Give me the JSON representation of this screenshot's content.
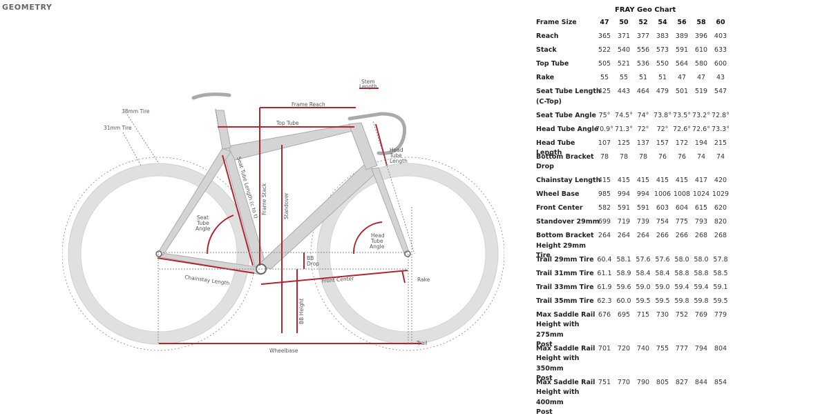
{
  "section_title": "GEOMETRY",
  "diagram": {
    "labels": {
      "tire_38": "38mm Tire",
      "tire_31": "31mm Tire",
      "stem_length": [
        "Stem",
        "Length"
      ],
      "frame_reach": "Frame Reach",
      "top_tube": "Top Tube",
      "head_tube_length": [
        "Head",
        "Tube",
        "Length"
      ],
      "seat_tube_length": "Seat Tube Length (c to t)",
      "frame_stack": "Frame Stack",
      "standover": "Standover",
      "seat_tube_angle": [
        "Seat",
        "Tube",
        "Angle"
      ],
      "head_tube_angle": [
        "Head",
        "Tube",
        "Angle"
      ],
      "bb_drop": [
        "BB",
        "Drop"
      ],
      "bb_height": "BB Height",
      "chainstay_length": "Chainstay Length",
      "front_center": "Front Center",
      "rake": "Rake",
      "trail": "Trail",
      "wheelbase": "Wheelbase"
    }
  },
  "geo_chart": {
    "title": "FRAY Geo Chart",
    "header": {
      "label": "Frame Size",
      "values": [
        "47",
        "50",
        "52",
        "54",
        "56",
        "58",
        "60"
      ]
    },
    "rows": [
      {
        "label": [
          "Reach"
        ],
        "values": [
          "365",
          "371",
          "377",
          "383",
          "389",
          "396",
          "403"
        ]
      },
      {
        "label": [
          "Stack"
        ],
        "values": [
          "522",
          "540",
          "556",
          "573",
          "591",
          "610",
          "633"
        ]
      },
      {
        "label": [
          "Top Tube"
        ],
        "values": [
          "505",
          "521",
          "536",
          "550",
          "564",
          "580",
          "600"
        ]
      },
      {
        "label": [
          "Rake"
        ],
        "values": [
          "55",
          "55",
          "51",
          "51",
          "47",
          "47",
          "43"
        ]
      },
      {
        "label": [
          "Seat Tube Length",
          "(C-Top)"
        ],
        "values": [
          "425",
          "443",
          "464",
          "479",
          "501",
          "519",
          "547"
        ]
      },
      {
        "label": [
          "Seat Tube Angle"
        ],
        "values": [
          "75°",
          "74.5°",
          "74°",
          "73.8°",
          "73.5°",
          "73.2°",
          "72.8°"
        ]
      },
      {
        "label": [
          "Head Tube Angle"
        ],
        "values": [
          "70.9°",
          "71.3°",
          "72°",
          "72°",
          "72.6°",
          "72.6°",
          "73.3°"
        ]
      },
      {
        "label": [
          "Head Tube Length"
        ],
        "values": [
          "107",
          "125",
          "137",
          "157",
          "172",
          "194",
          "215"
        ]
      },
      {
        "label": [
          "Bottom Bracket",
          "Drop"
        ],
        "values": [
          "78",
          "78",
          "78",
          "76",
          "76",
          "74",
          "74"
        ]
      },
      {
        "label": [
          "Chainstay Length"
        ],
        "values": [
          "415",
          "415",
          "415",
          "415",
          "415",
          "417",
          "420"
        ]
      },
      {
        "label": [
          "Wheel Base"
        ],
        "values": [
          "985",
          "994",
          "994",
          "1006",
          "1008",
          "1024",
          "1029"
        ]
      },
      {
        "label": [
          "Front Center"
        ],
        "values": [
          "582",
          "591",
          "591",
          "603",
          "604",
          "615",
          "620"
        ]
      },
      {
        "label": [
          "Standover 29mm"
        ],
        "values": [
          "699",
          "719",
          "739",
          "754",
          "775",
          "793",
          "820"
        ]
      },
      {
        "label": [
          "Bottom Bracket",
          "Height 29mm Tire"
        ],
        "values": [
          "264",
          "264",
          "264",
          "266",
          "266",
          "268",
          "268"
        ]
      },
      {
        "label": [
          "Trail 29mm Tire"
        ],
        "values": [
          "60.4",
          "58.1",
          "57.6",
          "57.6",
          "58.0",
          "58.0",
          "57.8"
        ]
      },
      {
        "label": [
          "Trail 31mm Tire"
        ],
        "values": [
          "61.1",
          "58.9",
          "58.4",
          "58.4",
          "58.8",
          "58.8",
          "58.5"
        ]
      },
      {
        "label": [
          "Trail 33mm Tire"
        ],
        "values": [
          "61.9",
          "59.6",
          "59.0",
          "59.0",
          "59.4",
          "59.4",
          "59.1"
        ]
      },
      {
        "label": [
          "Trail 35mm Tire"
        ],
        "values": [
          "62.3",
          "60.0",
          "59.5",
          "59.5",
          "59.8",
          "59.8",
          "59.5"
        ]
      },
      {
        "label": [
          "Max Saddle Rail",
          "Height with 275mm",
          "Post"
        ],
        "values": [
          "676",
          "695",
          "715",
          "730",
          "752",
          "769",
          "779"
        ]
      },
      {
        "label": [
          "Max Saddle Rail",
          "Height with 350mm",
          "Post"
        ],
        "values": [
          "701",
          "720",
          "740",
          "755",
          "777",
          "794",
          "804"
        ]
      },
      {
        "label": [
          "Max Saddle Rail",
          "Height with 400mm",
          "Post"
        ],
        "values": [
          "751",
          "770",
          "790",
          "805",
          "827",
          "844",
          "854"
        ]
      }
    ]
  },
  "colors": {
    "accent": "#b3222f",
    "frame": "#d0d0d0",
    "tire": "#e2e2e2"
  }
}
